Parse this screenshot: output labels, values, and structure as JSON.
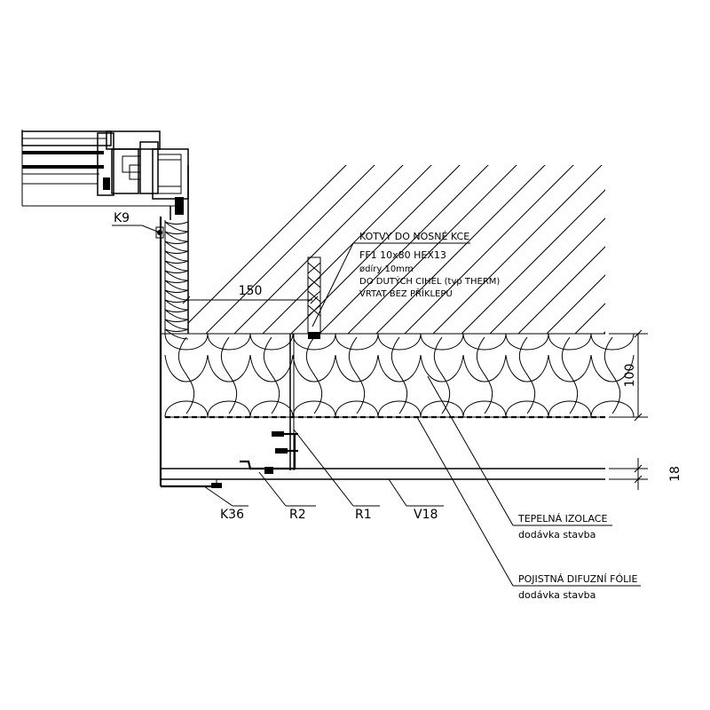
{
  "labels": {
    "k9": "K9",
    "k36": "K36",
    "r2": "R2",
    "r1": "R1",
    "v18": "V18"
  },
  "dimensions": {
    "d150": "150",
    "d100": "100",
    "d18": "18"
  },
  "anchor_note": {
    "title": "KOTVY DO NOSNÉ KCE",
    "line1": "FF1 10x80 HEX13",
    "line2": "ødíry 10mm",
    "line3": "DO DUTÝCH CIHEL (typ THERM)",
    "line4": "VRTAT BEZ PŘÍKLEPU"
  },
  "insulation_note": {
    "title": "TEPELNÁ IZOLACE",
    "sub": "dodávka stavba"
  },
  "foil_note": {
    "title": "POJISTNÁ DIFUZNÍ FÓLIE",
    "sub": "dodávka stavba"
  }
}
